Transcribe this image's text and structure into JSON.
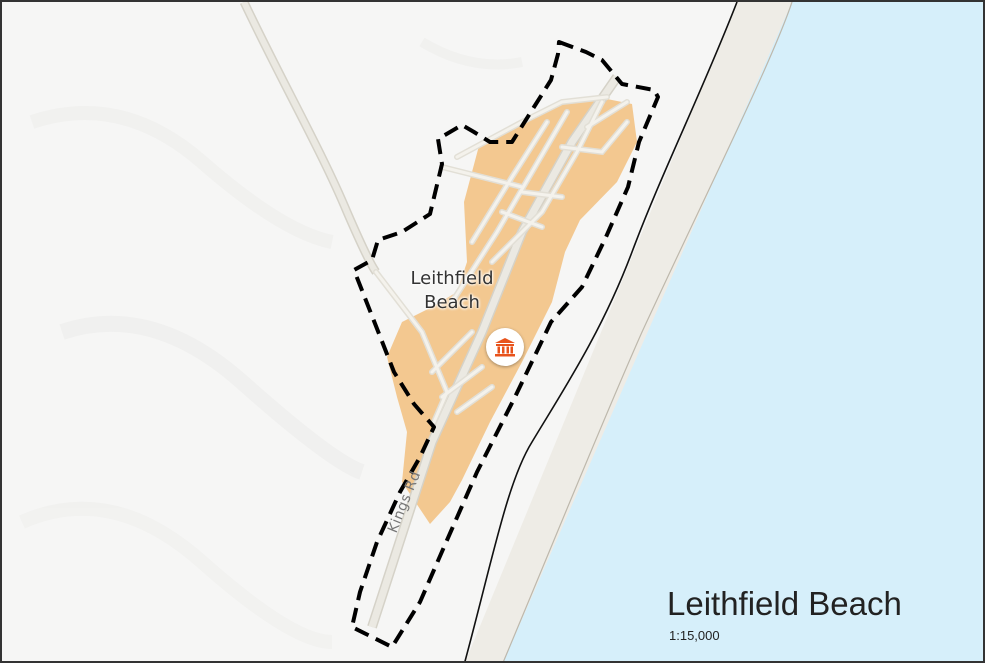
{
  "map": {
    "title": "Leithfield Beach",
    "scale": "1:15,000",
    "place_label_line1": "Leithfield",
    "place_label_line2": "Beach",
    "road_label": "Kings Rd",
    "poi_icon": "museum-icon"
  },
  "colors": {
    "land": "#f6f6f5",
    "sea": "#d6effa",
    "beach": "#eeece6",
    "settlement": "#f2c07e",
    "boundary": "#000000",
    "road": "#ebe9e2",
    "poi": "#e8531c"
  }
}
